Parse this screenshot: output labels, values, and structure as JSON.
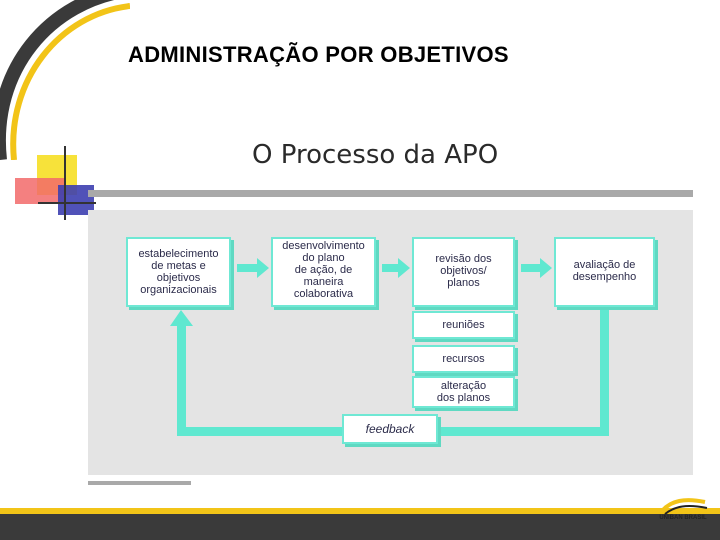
{
  "slide": {
    "title": "ADMINISTRAÇÃO POR OBJETIVOS"
  },
  "diagram": {
    "title": "O Processo da APO",
    "stages": [
      "estabelecimento\nde metas e\nobjetivos\norganizacionais",
      "desenvolvimento\ndo plano\nde ação, de\nmaneira\ncolaborativa",
      "revisão dos\nobjetivos/\nplanos",
      "avaliação de\ndesempenho"
    ],
    "review_items": [
      "reuniões",
      "recursos",
      "alteração\ndos planos"
    ],
    "feedback": "feedback",
    "colors": {
      "flow": "#5fe8d0",
      "box_border": "#6fe8d4",
      "box_text": "#2b2b4a",
      "panel": "#e4e4e4"
    }
  },
  "footer": {
    "logo_text": "UNIBAN BRASIL"
  }
}
